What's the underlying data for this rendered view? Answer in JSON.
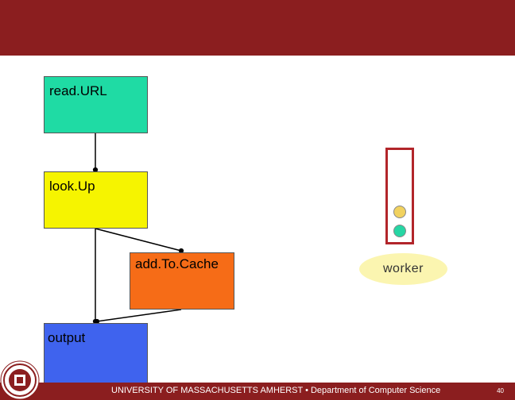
{
  "diagram": {
    "nodes": {
      "read_url": "read.URL",
      "look_up": "look.Up",
      "add_to_cache": "add.To.Cache",
      "output": "output"
    },
    "worker_label": "worker"
  },
  "footer": {
    "text": "UNIVERSITY OF MASSACHUSETTS AMHERST • Department of Computer Science",
    "page_number": "40"
  },
  "colors": {
    "header": "#8b1e1f",
    "read_url": "#1fdba4",
    "look_up": "#f6f400",
    "add_to_cache": "#f66c17",
    "output": "#3f63ee",
    "queue_border": "#b2252a",
    "worker": "#fbf5b0"
  }
}
